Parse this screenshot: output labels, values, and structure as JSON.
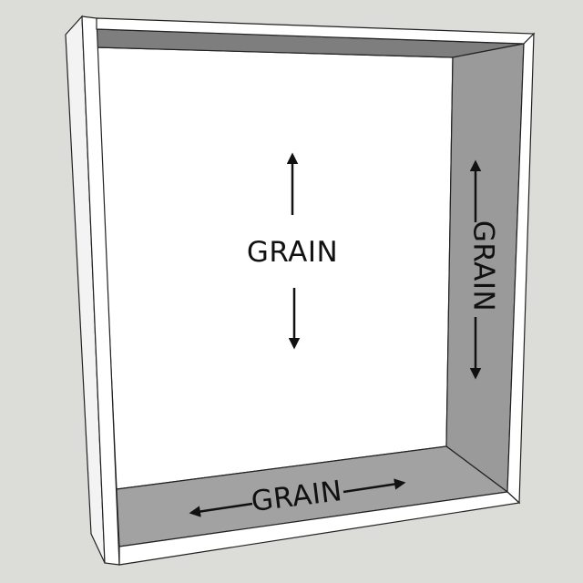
{
  "labels": {
    "back_panel": "GRAIN",
    "right_side": "GRAIN",
    "bottom_panel": "GRAIN"
  },
  "colors": {
    "background": "#dcdcd8",
    "panel_face": "#ffffff",
    "panel_edge": "#f4f4f4",
    "side_shade": "#9a9a9a",
    "top_shade": "#7e7e7e",
    "bottom_shade": "#a2a2a2",
    "outline": "#222222",
    "text": "#111111"
  },
  "icons": {
    "arrow": "arrow-icon"
  }
}
